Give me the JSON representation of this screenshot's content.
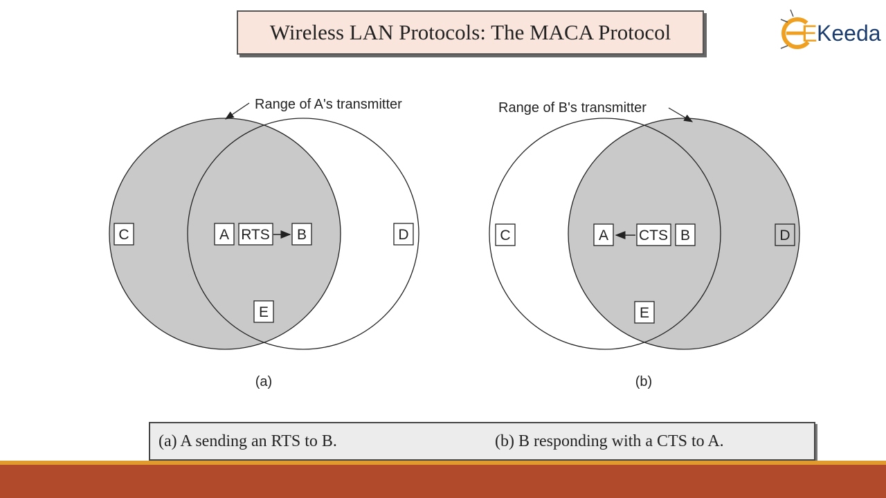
{
  "slide": {
    "title": "Wireless LAN Protocols: The MACA Protocol",
    "logo_text": "Keeda",
    "logo_initial": "E"
  },
  "panel_a": {
    "range_label": "Range of A's transmitter",
    "label": "(a)",
    "nodes": {
      "c": "C",
      "a": "A",
      "rts": "RTS",
      "b": "B",
      "d": "D",
      "e": "E"
    }
  },
  "panel_b": {
    "range_label": "Range of B's transmitter",
    "label": "(b)",
    "nodes": {
      "c": "C",
      "a": "A",
      "cts": "CTS",
      "b": "B",
      "d": "D",
      "e": "E"
    }
  },
  "caption": {
    "a": "(a) A sending an RTS to B.",
    "b": "(b) B responding with a CTS to A."
  },
  "colors": {
    "range_fill": "#c9c9c9",
    "title_bg": "#f9e5dc",
    "caption_bg": "#ececec",
    "footer_bar": "#b04a2a",
    "footer_line": "#e09a2d",
    "logo_orange": "#f0a020",
    "logo_blue": "#1a3c6e"
  }
}
